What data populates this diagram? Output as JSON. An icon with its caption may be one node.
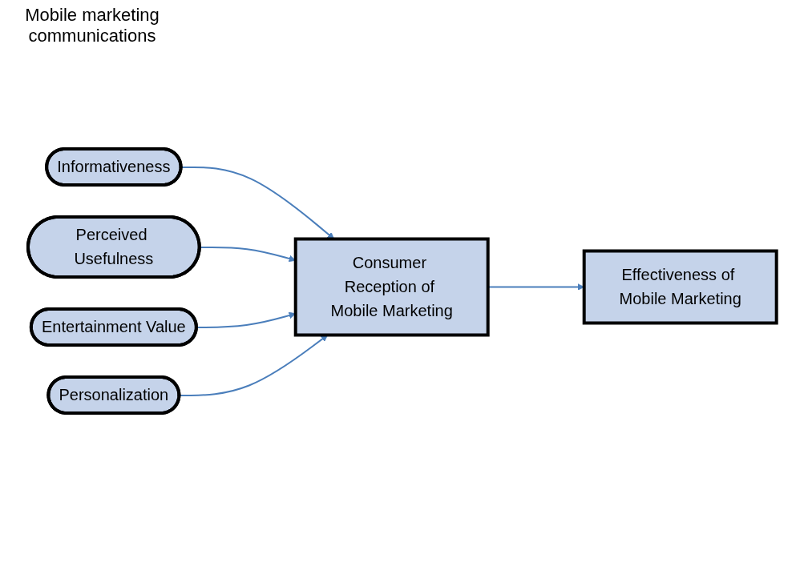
{
  "diagram": {
    "nodes": [
      {
        "text": [
          "Informativeness"
        ]
      },
      {
        "text": [
          "Perceived Usefulness"
        ]
      },
      {
        "text": [
          "Entertainment Value"
        ]
      },
      {
        "text": [
          "Personalization"
        ]
      },
      {
        "text": [
          "Consumer Reception of Mobile Marketing"
        ]
      },
      {
        "text": [
          "Effectiveness of Mobile Marketing"
        ]
      }
    ],
    "edges": [
      {
        "from": 0,
        "to": 4,
        "arrow": "to"
      },
      {
        "from": 1,
        "to": 4,
        "arrow": "to"
      },
      {
        "from": 2,
        "to": 4,
        "arrow": "to"
      },
      {
        "from": 3,
        "to": 4,
        "arrow": "to"
      },
      {
        "from": 4,
        "to": 5,
        "arrow": "to"
      }
    ],
    "labels": [
      "Mobile marketing communications"
    ]
  }
}
